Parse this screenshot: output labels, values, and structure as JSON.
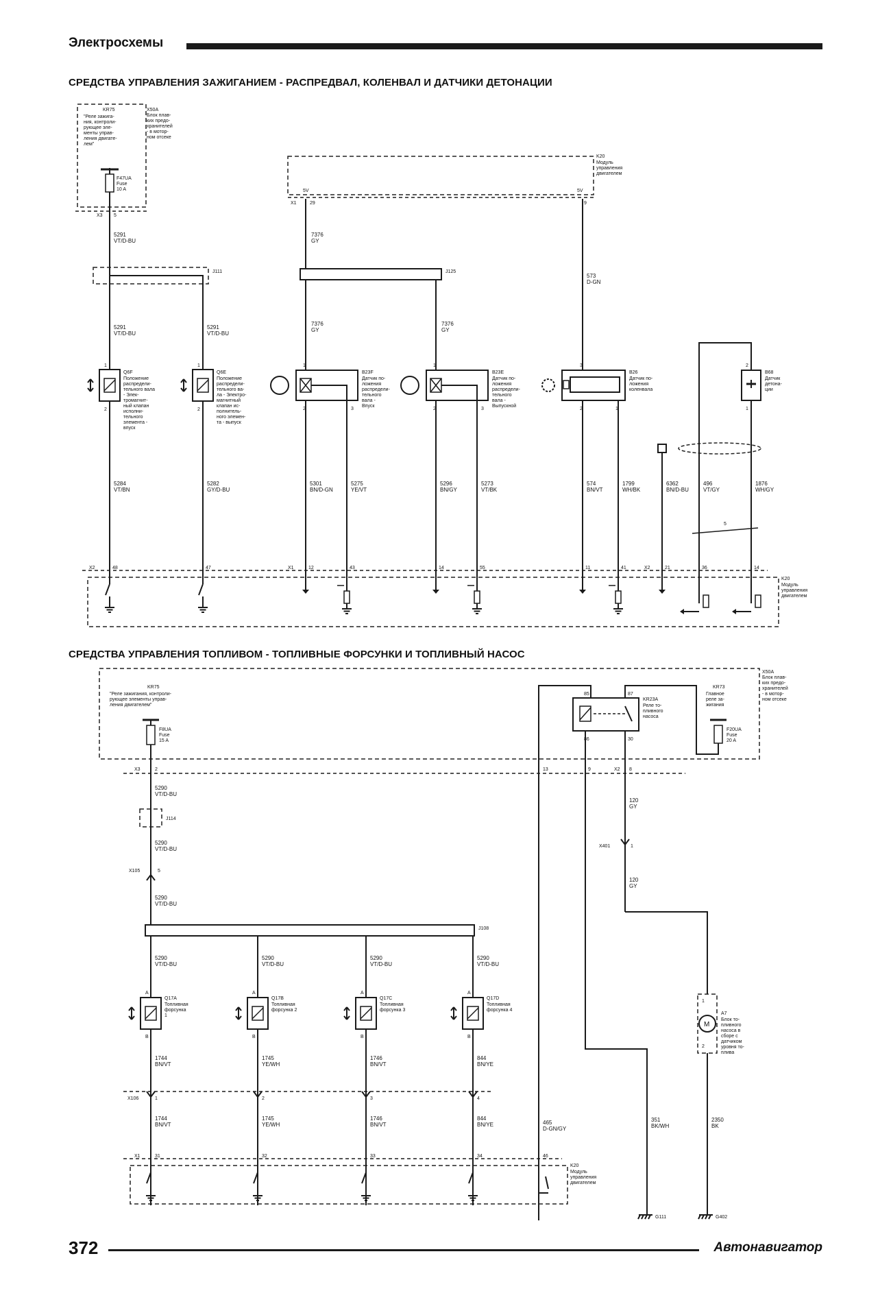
{
  "header": {
    "title": "Электросхемы"
  },
  "sections": {
    "ignition_title": "СРЕДСТВА УПРАВЛЕНИЯ ЗАЖИГАНИЕМ - РАСПРЕДВАЛ, КОЛЕНВАЛ И ДАТЧИКИ ДЕТОНАЦИИ",
    "fuel_title": "СРЕДСТВА УПРАВЛЕНИЯ ТОПЛИВОМ - ТОПЛИВНЫЕ ФОРСУНКИ И ТОПЛИВНЫЙ НАСОС"
  },
  "footer": {
    "page_number": "372",
    "brand": "Автонавигатор"
  },
  "diagram": {
    "ign": {
      "x50a_id": "X50A",
      "x50a_desc": [
        "Блок плав-",
        "ких предо-",
        "хранителей",
        "- в мотор-",
        "ном отсеке"
      ],
      "kr75_id": "KR75",
      "kr75_desc": [
        "\"Реле зажига-",
        "ния, контроли-",
        "рующее эле-",
        "менты управ-",
        "ления двигате-",
        "лем\""
      ],
      "fuse": [
        "F47UA",
        "Fuse",
        "10 A"
      ],
      "x3": "X3",
      "x3_pin": "5",
      "k20_id": "K20",
      "k20_desc": [
        "Модуль",
        "управления",
        "двигателем"
      ],
      "k20_bottom_desc": [
        "Модуль",
        "управления",
        "двигателем"
      ],
      "x1": "X1",
      "x2": "X2",
      "v5_a": "5V",
      "v5_b": "5V",
      "pin_29": "29",
      "pin_9": "9",
      "j111": "J111",
      "j125": "J125",
      "w_5291": [
        "5291",
        "VT/D-BU"
      ],
      "w_7376": [
        "7376",
        "GY"
      ],
      "w_573": [
        "573",
        "D-GN"
      ],
      "q6f_id": "Q6F",
      "q6f_desc": [
        "Положение",
        "распредели-",
        "тельного вала",
        "- Элек-",
        "тромагнит-",
        "ный клапан",
        "исполни-",
        "тельного",
        "элемента -",
        "впуск"
      ],
      "q6e_id": "Q6E",
      "q6e_desc": [
        "Положение",
        "распредели-",
        "тельного ва-",
        "ла - Электро-",
        "магнитный",
        "клапан ис-",
        "полнитель-",
        "ного элемен-",
        "та - выпуск"
      ],
      "b23f_id": "B23F",
      "b23f_desc": [
        "Датчик по-",
        "ложения",
        "распредели-",
        "тельного",
        "вала -",
        "Впуск"
      ],
      "b23e_id": "B23E",
      "b23e_desc": [
        "Датчик по-",
        "ложения",
        "распредели-",
        "тельного",
        "вала -",
        "Выпускной"
      ],
      "b26_id": "B26",
      "b26_desc": [
        "Датчик по-",
        "ложения",
        "коленвала"
      ],
      "b68_id": "B68",
      "b68_desc": [
        "Датчик",
        "детона-",
        "ции"
      ],
      "wires_bottom": [
        [
          "5284",
          "VT/BN"
        ],
        [
          "5282",
          "GY/D-BU"
        ],
        [
          "5301",
          "BN/D-GN"
        ],
        [
          "5275",
          "YE/VT"
        ],
        [
          "5296",
          "BN/GY"
        ],
        [
          "5273",
          "VT/BK"
        ],
        [
          "574",
          "BN/VT"
        ],
        [
          "1799",
          "WH/BK"
        ],
        [
          "6362",
          "BN/D-BU"
        ],
        [
          "496",
          "VT/GY"
        ],
        [
          "1876",
          "WH/GY"
        ]
      ],
      "bottom_pins": [
        "48",
        "47",
        "12",
        "43",
        "14",
        "55",
        "11",
        "41",
        "21",
        "36",
        "14"
      ],
      "twist_label": "5"
    },
    "fuel": {
      "x50a_id": "X50A",
      "x50a_desc": [
        "Блок плав-",
        "ких предо-",
        "хранителей",
        "- в мотор-",
        "ном отсеке"
      ],
      "kr75_id": "KR75",
      "kr75_desc": [
        "\"Реле зажигания, контроли-",
        "рующее элементы управ-",
        "ления двигателем\""
      ],
      "fuse_a": [
        "F8UA",
        "Fuse",
        "15 A"
      ],
      "kr23a_id": "KR23A",
      "kr23a_desc": [
        "Реле то-",
        "пливного",
        "насоса"
      ],
      "kr73_id": "KR73",
      "kr73_desc": [
        "Главное",
        "реле за-",
        "жигания"
      ],
      "fuse_b": [
        "F20UA",
        "Fuse",
        "20 A"
      ],
      "relay_pins": [
        "85",
        "87",
        "86",
        "30"
      ],
      "x3": "X3",
      "x3_pin2": "2",
      "x3_pin13": "13",
      "x3_pin9": "9",
      "x2": "X2",
      "x2_pin": "8",
      "w_5290": [
        "5290",
        "VT/D-BU"
      ],
      "w_120": [
        "120",
        "GY"
      ],
      "j114": "J114",
      "j108": "J108",
      "x105": "X105",
      "x105_pin": "5",
      "x401": "X401",
      "x401_pin": "1",
      "injectors": [
        {
          "id": "Q17A",
          "desc": [
            "Топливная",
            "форсунка",
            "1"
          ]
        },
        {
          "id": "Q17B",
          "desc": [
            "Топливная",
            "форсунка 2"
          ]
        },
        {
          "id": "Q17C",
          "desc": [
            "Топливная",
            "форсунка 3"
          ]
        },
        {
          "id": "Q17D",
          "desc": [
            "Топливная",
            "форсунка 4"
          ]
        }
      ],
      "pin_a": "A",
      "pin_b": "B",
      "inj_wires": [
        [
          "1744",
          "BN/VT"
        ],
        [
          "1745",
          "YE/WH"
        ],
        [
          "1746",
          "BN/VT"
        ],
        [
          "844",
          "BN/YE"
        ]
      ],
      "x106": "X106",
      "x106_pins": [
        "1",
        "2",
        "3",
        "4"
      ],
      "x1": "X1",
      "x1_pins": [
        "31",
        "32",
        "33",
        "34"
      ],
      "pin_46": "46",
      "w_465": [
        "465",
        "D-GN/GY"
      ],
      "w_351": [
        "351",
        "BK/WH"
      ],
      "w_2350": [
        "2350",
        "BK"
      ],
      "a7_id": "A7",
      "a7_desc": [
        "Блок то-",
        "пливного",
        "насоса в",
        "сборе с",
        "датчиком",
        "уровня то-",
        "плива"
      ],
      "a7_pins": [
        "1",
        "2"
      ],
      "g111": "G111",
      "g402": "G402",
      "k20_id": "K20",
      "k20_desc": [
        "Модуль",
        "управления",
        "двигателем"
      ]
    }
  }
}
